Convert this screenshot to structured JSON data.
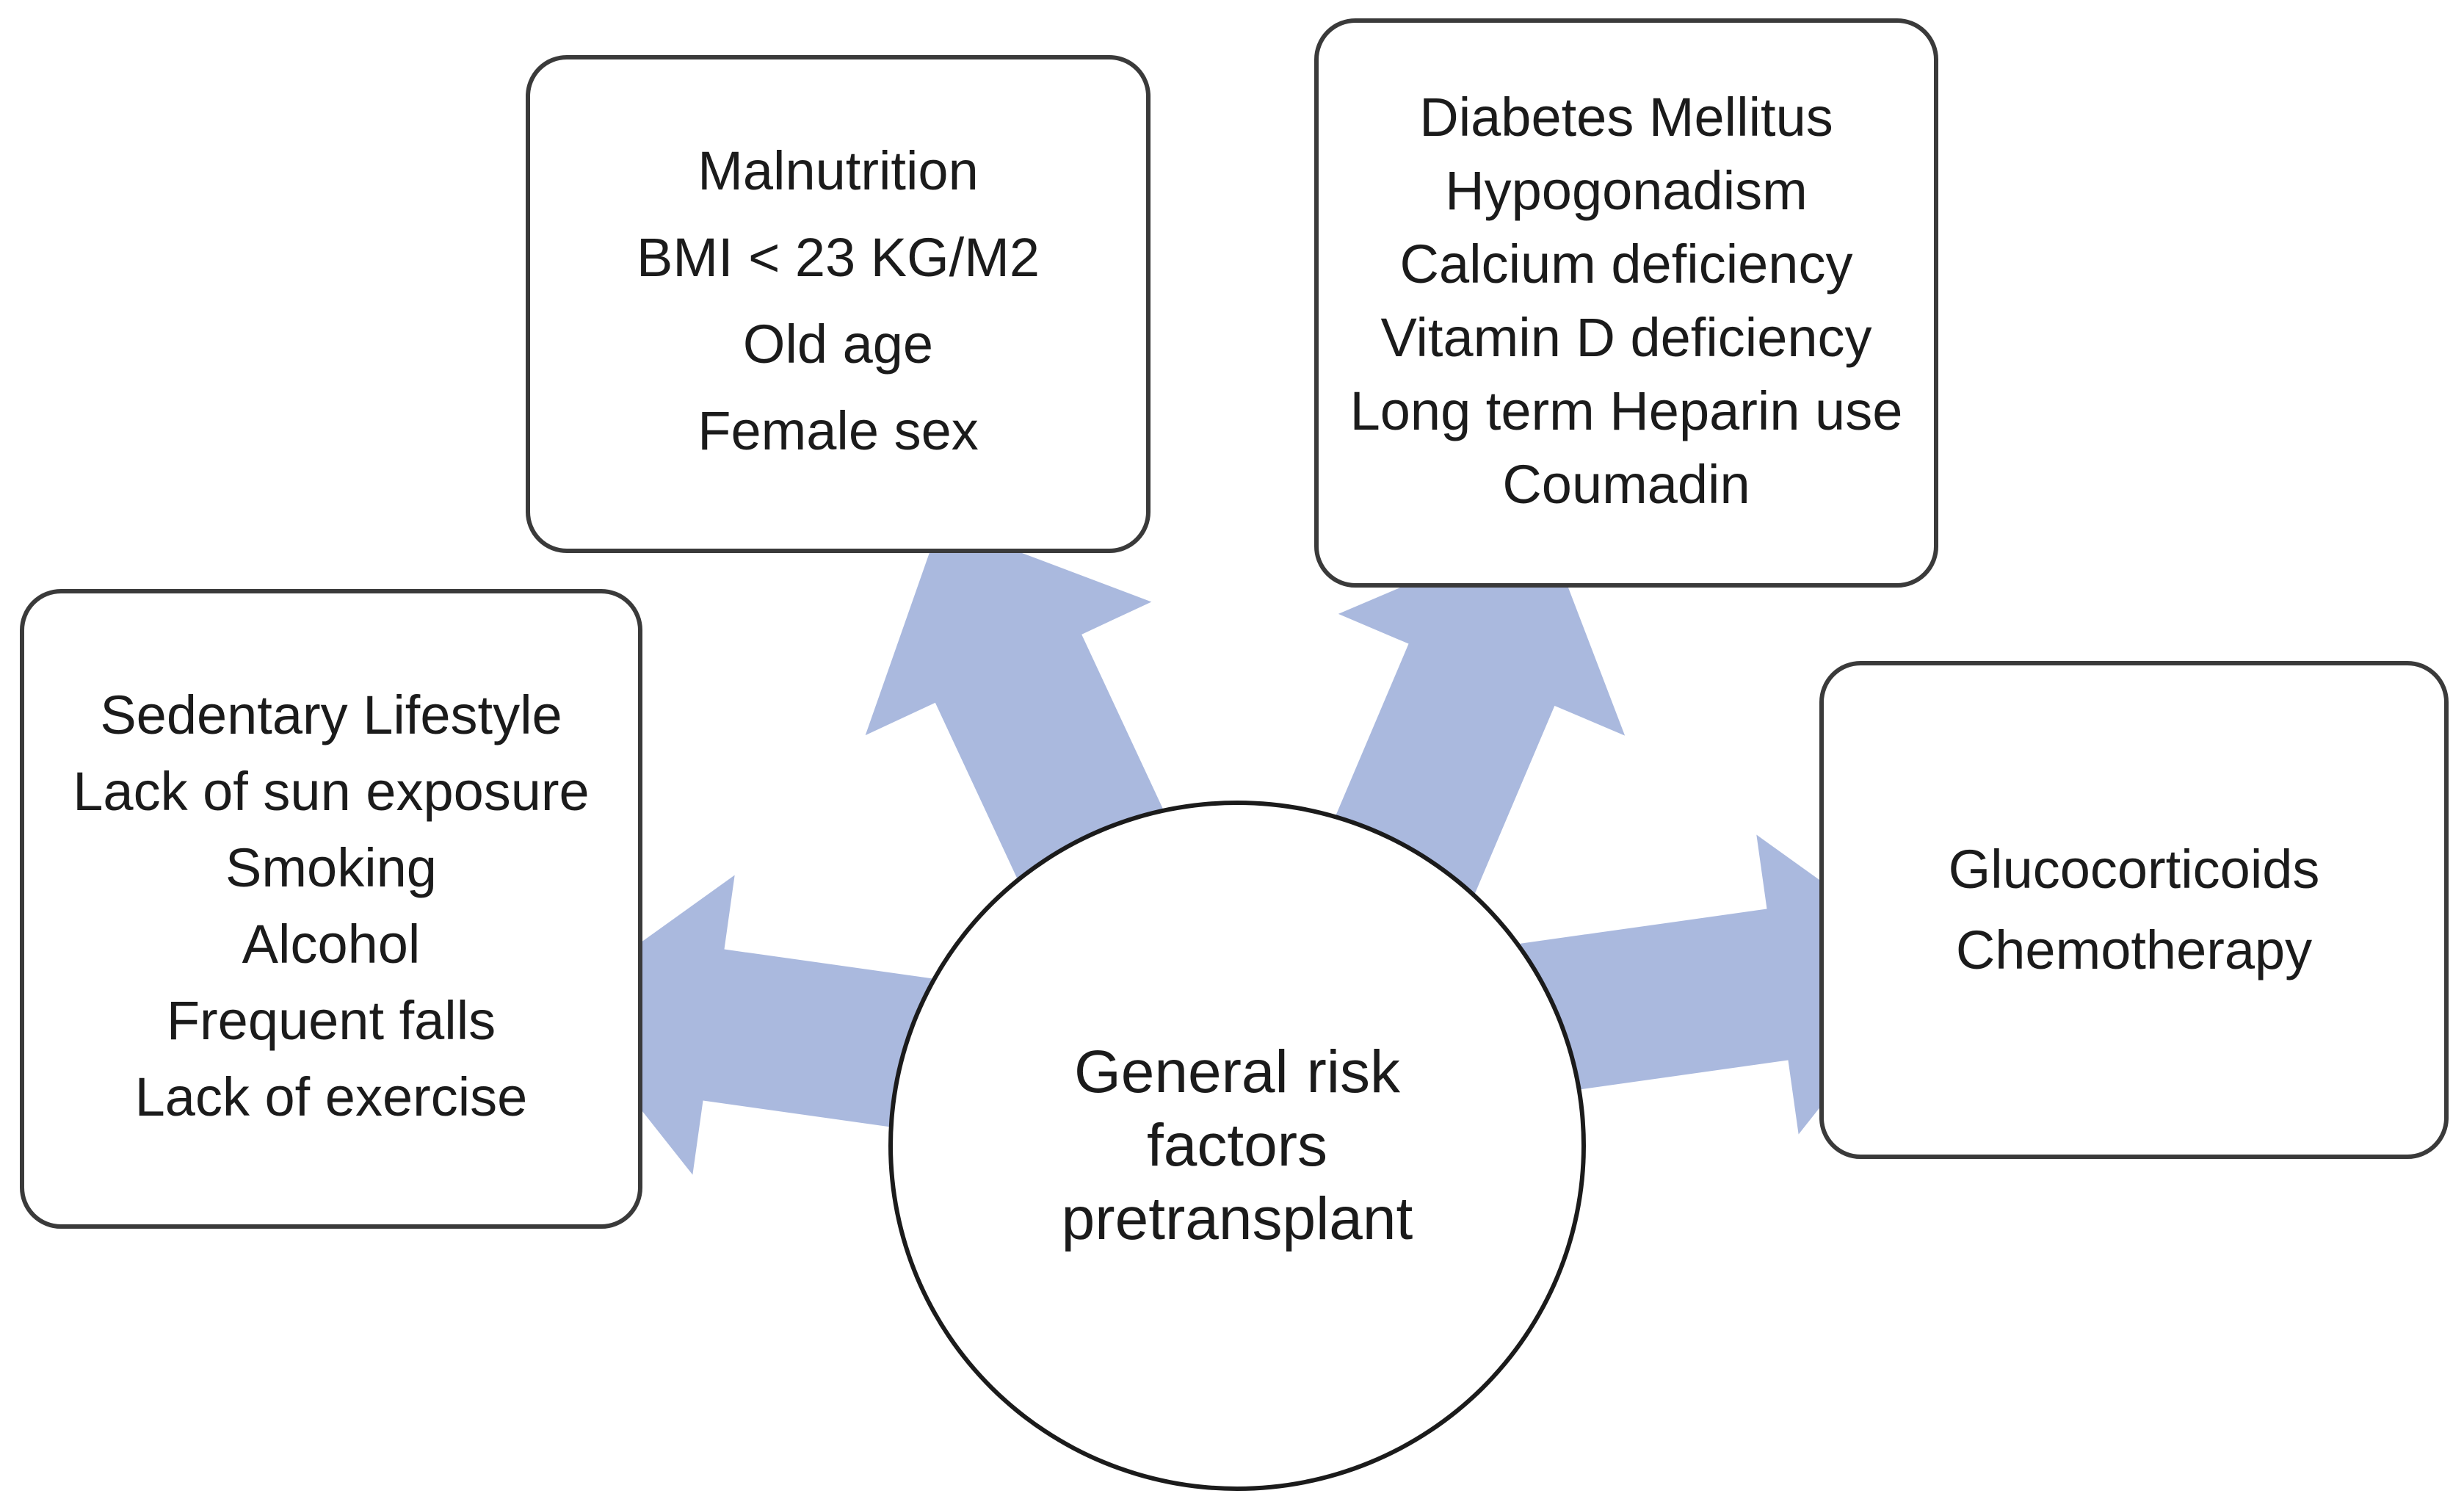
{
  "diagram": {
    "title": "General risk factors pretransplant",
    "type": "hub-and-spoke concept diagram",
    "center": {
      "label_line_1": "General risk",
      "label_line_2": "factors",
      "label_line_3": "pretransplant",
      "shape": "circle"
    },
    "colors": {
      "arrow_fill": "#aab9de",
      "box_border": "#3a3a3a",
      "circle_border": "#1b1b1b",
      "text": "#1b1b1b",
      "background": "#ffffff"
    },
    "boxes": [
      {
        "id": "nutrition",
        "position": "top-left",
        "items": [
          "Malnutrition",
          "BMI < 23 KG/M2",
          "Old age",
          "Female sex"
        ]
      },
      {
        "id": "medical",
        "position": "top-right",
        "items": [
          "Diabetes Mellitus",
          "Hypogonadism",
          "Calcium deficiency",
          "Vitamin D deficiency",
          "Long term Heparin use",
          "Coumadin"
        ]
      },
      {
        "id": "lifestyle",
        "position": "left",
        "items": [
          "Sedentary Lifestyle",
          "Lack of sun exposure",
          "Smoking",
          "Alcohol",
          "Frequent falls",
          "Lack of exercise"
        ]
      },
      {
        "id": "medication",
        "position": "right",
        "items": [
          "Glucocorticoids",
          "Chemotherapy"
        ]
      }
    ],
    "arrows": [
      {
        "id": "arrow-nutrition-to-center",
        "from": "nutrition",
        "to": "center",
        "direction": "down-right"
      },
      {
        "id": "arrow-medical-to-center",
        "from": "medical",
        "to": "center",
        "direction": "down-left"
      },
      {
        "id": "arrow-lifestyle-to-center",
        "from": "lifestyle",
        "to": "center",
        "direction": "right"
      },
      {
        "id": "arrow-medication-to-center",
        "from": "medication",
        "to": "center",
        "direction": "left"
      }
    ]
  }
}
